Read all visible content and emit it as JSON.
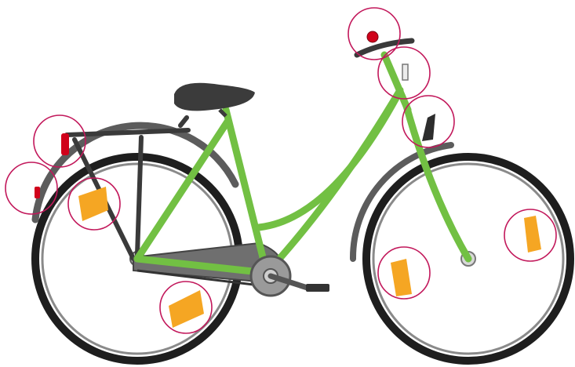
{
  "colors": {
    "frame_green": "#72c043",
    "frame_green_dark": "#3f8a1f",
    "tire_black": "#1e1e1e",
    "rim_gray": "#8a8a8a",
    "fender_gray": "#5c5c5c",
    "chainguard_gray": "#6f6f6f",
    "seat_dark": "#3b3b3b",
    "reflector_orange": "#f5a623",
    "reflector_red": "#d0021b",
    "highlight_circle": "#c2185b",
    "chainring_gray": "#9a9a9a"
  },
  "components": [
    "rear-wheel",
    "front-wheel",
    "frame",
    "saddle",
    "rear-rack",
    "rear-fender",
    "front-fender",
    "chain-guard",
    "crankset",
    "pedal",
    "handlebar",
    "front-lamp",
    "bell"
  ],
  "highlighted_parts": [
    {
      "name": "bell",
      "icon": "bell-icon"
    },
    {
      "name": "front-lamp",
      "icon": "lamp-icon"
    },
    {
      "name": "headlight-bracket",
      "icon": "bracket-icon"
    },
    {
      "name": "rear-reflector",
      "icon": "red-reflector-icon"
    },
    {
      "name": "fender-reflector",
      "icon": "red-reflector-icon"
    },
    {
      "name": "rear-spoke-reflector-top",
      "icon": "spoke-reflector-icon"
    },
    {
      "name": "rear-spoke-reflector-bottom",
      "icon": "spoke-reflector-icon"
    },
    {
      "name": "front-spoke-reflector-left",
      "icon": "spoke-reflector-icon"
    },
    {
      "name": "front-spoke-reflector-right",
      "icon": "spoke-reflector-icon"
    }
  ]
}
